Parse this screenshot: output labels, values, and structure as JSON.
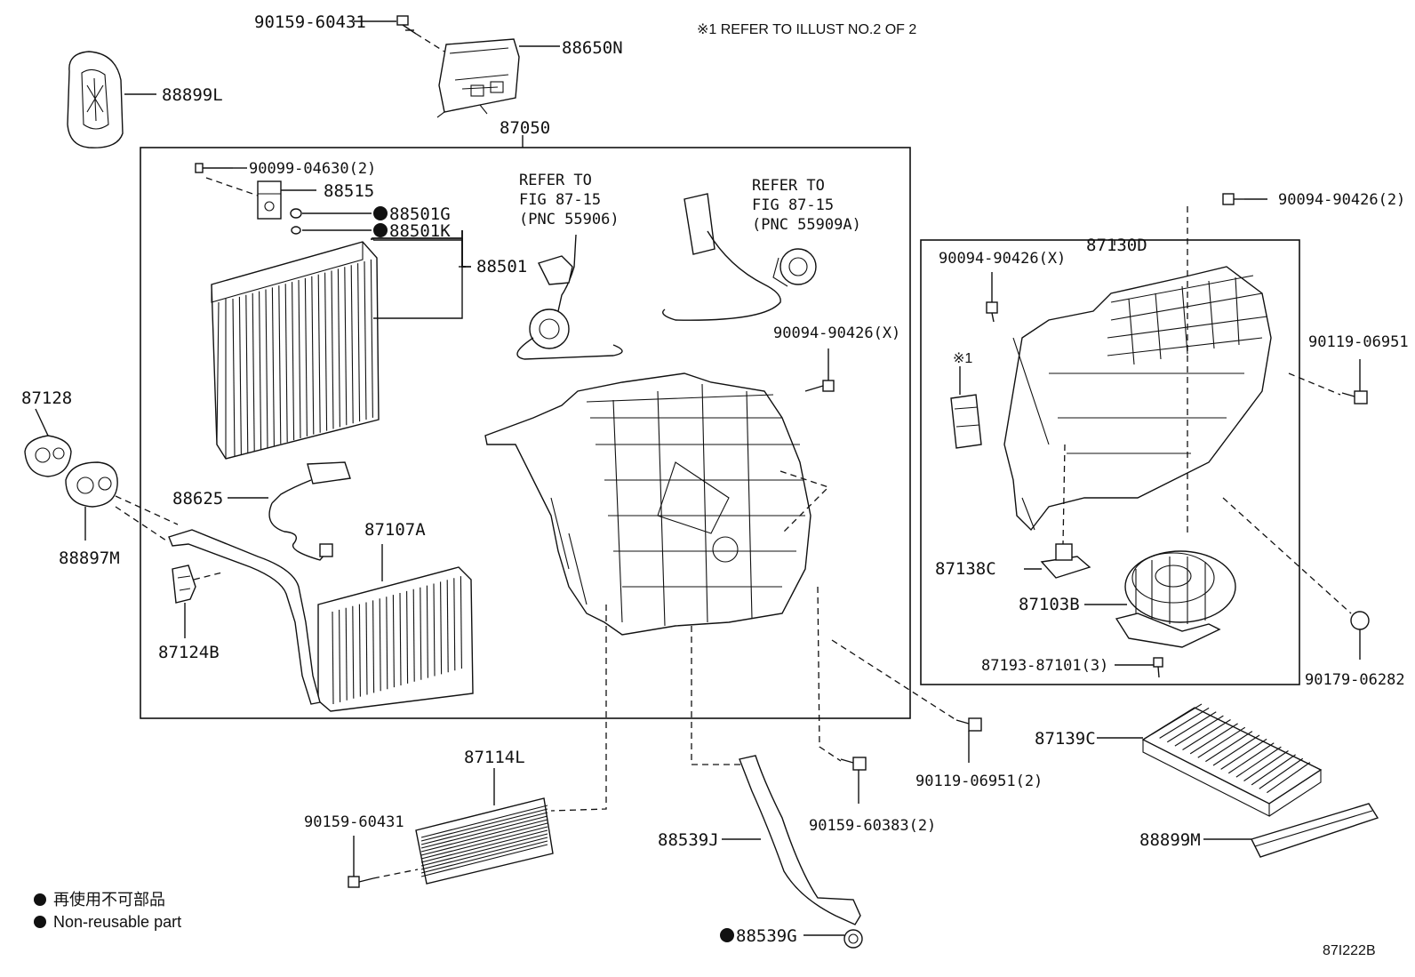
{
  "header_note": "※1 REFER TO ILLUST NO.2 OF 2",
  "part_labels": [
    {
      "id": "p1",
      "text": "90159-60431"
    },
    {
      "id": "p2",
      "text": "88650N"
    },
    {
      "id": "p3",
      "text": "88899L"
    },
    {
      "id": "p4",
      "text": "87050"
    },
    {
      "id": "p5",
      "text": "90099-04630(2)"
    },
    {
      "id": "p6",
      "text": "88515"
    },
    {
      "id": "p7",
      "text": "88501G"
    },
    {
      "id": "p8",
      "text": "88501K"
    },
    {
      "id": "p9",
      "text": "88501"
    },
    {
      "id": "p10",
      "text": "87128"
    },
    {
      "id": "p11",
      "text": "88897M"
    },
    {
      "id": "p12",
      "text": "88625"
    },
    {
      "id": "p13",
      "text": "87107A"
    },
    {
      "id": "p14",
      "text": "87124B"
    },
    {
      "id": "p15",
      "text": "90094-90426(X)"
    },
    {
      "id": "p16",
      "text": "87130D"
    },
    {
      "id": "p17",
      "text": "90094-90426(2)"
    },
    {
      "id": "p18",
      "text": "90094-90426(X)"
    },
    {
      "id": "p19",
      "text": "90119-06951"
    },
    {
      "id": "p20",
      "text": "87138C"
    },
    {
      "id": "p21",
      "text": "87103B"
    },
    {
      "id": "p22",
      "text": "87193-87101(3)"
    },
    {
      "id": "p23",
      "text": "90179-06282"
    },
    {
      "id": "p24",
      "text": "87139C"
    },
    {
      "id": "p25",
      "text": "88899M"
    },
    {
      "id": "p26",
      "text": "90119-06951(2)"
    },
    {
      "id": "p27",
      "text": "87114L"
    },
    {
      "id": "p28",
      "text": "90159-60431"
    },
    {
      "id": "p29",
      "text": "88539J"
    },
    {
      "id": "p30",
      "text": "90159-60383(2)"
    },
    {
      "id": "p31",
      "text": "88539G"
    },
    {
      "id": "p32",
      "text": "※1"
    }
  ],
  "refer_blocks": [
    {
      "id": "r1",
      "lines": [
        "REFER TO",
        "FIG 87-15",
        "(PNC 55906)"
      ]
    },
    {
      "id": "r2",
      "lines": [
        "REFER TO",
        "FIG 87-15",
        "(PNC 55909A)"
      ]
    }
  ],
  "legend": {
    "line1": "再使用不可部品",
    "line2": "Non-reusable part"
  },
  "illustration_code": "87I222B"
}
